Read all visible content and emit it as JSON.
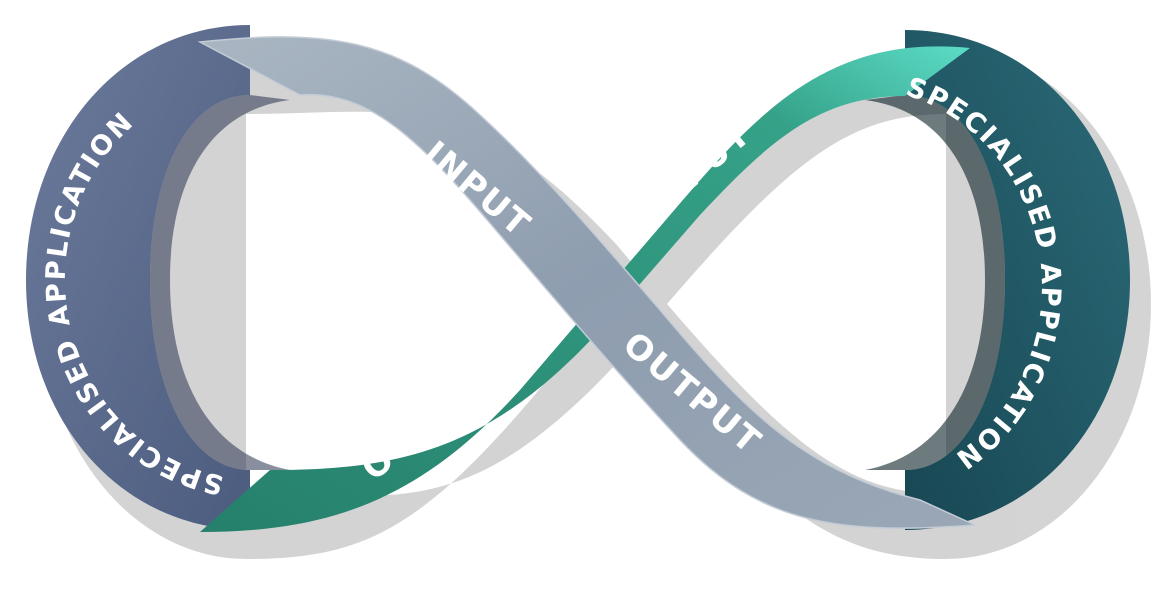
{
  "diagram": {
    "left_loop_label": "SPECIALISED APPLICATION",
    "right_loop_label": "SPECIALISED APPLICATION",
    "grey_band_input": "INPUT",
    "grey_band_output": "OUTPUT",
    "teal_band_input": "INPUT",
    "teal_band_output": "OUTPUT"
  },
  "colors": {
    "slate_band": "#5f7192",
    "grey_band": "#8d9dac",
    "teal_band": "#2d8a74",
    "dark_teal_band": "#1e5565",
    "shadow": "#c9c9c9",
    "text": "#ffffff"
  }
}
